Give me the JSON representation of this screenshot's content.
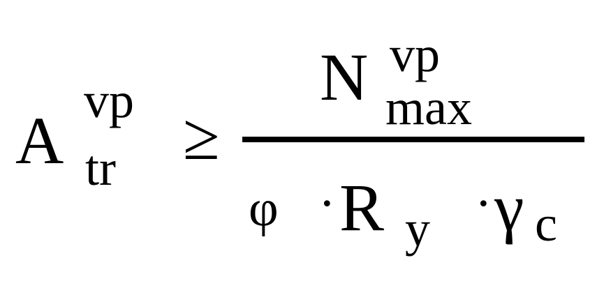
{
  "formula": {
    "lhs": {
      "base": "A",
      "superscript": "vp",
      "subscript": "tr"
    },
    "relation": "≥",
    "numerator": {
      "base": "N",
      "superscript": "vp",
      "subscript": "max"
    },
    "denominator": {
      "phi": "φ",
      "dot1": "·",
      "r_base": "R",
      "r_sub": "y",
      "dot2": "·",
      "gamma_base": "γ",
      "gamma_sub": "c"
    }
  }
}
